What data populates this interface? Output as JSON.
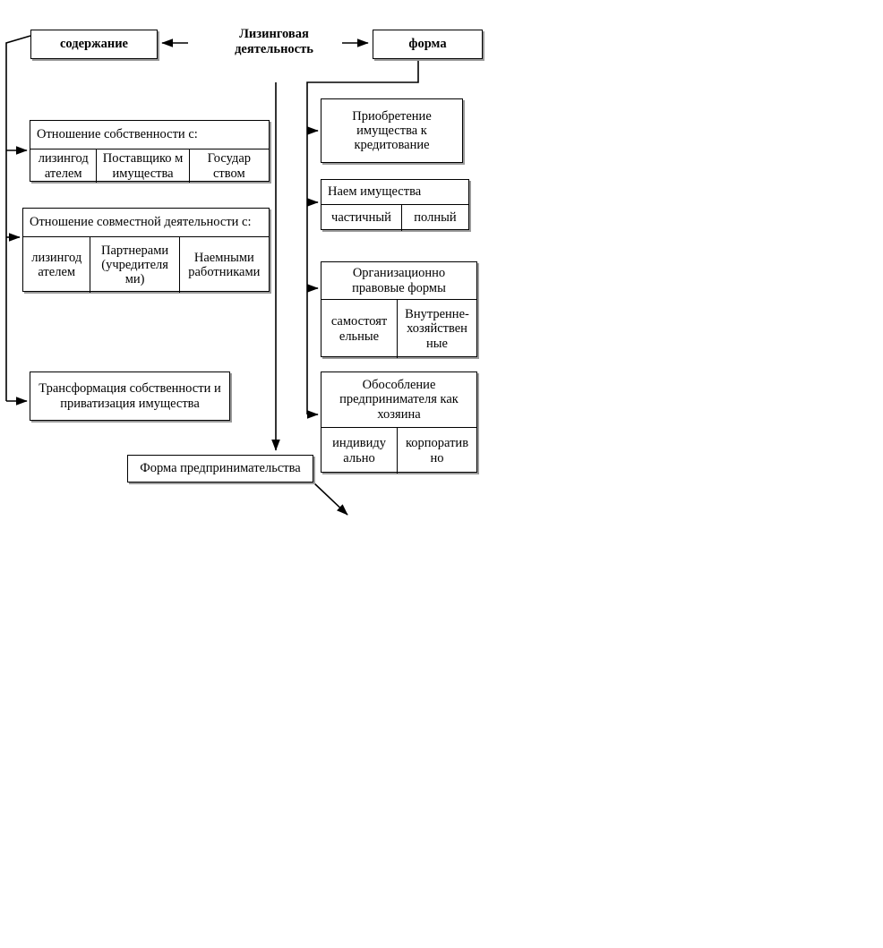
{
  "diagram": {
    "center_label": "Лизинговая\nдеятельность",
    "center_label_line1": "Лизинговая",
    "center_label_line2": "деятельность",
    "left_root": "содержание",
    "right_root": "форма",
    "bottom_node": "Форма предпринимательства",
    "left_branches": [
      {
        "title": "Отношение собственности с:",
        "cells": [
          "лизингод ателем",
          "Поставщико м имущества",
          "Государ ством"
        ]
      },
      {
        "title": "Отношение совместной деятельности с:",
        "cells": [
          "лизингод ателем",
          "Партнерами (учредителя ми)",
          "Наемными работниками"
        ]
      },
      {
        "title": "Трансформация собственности и приватизация имущества",
        "cells": []
      }
    ],
    "right_branches": [
      {
        "title": "Приобретение имущества к кредитование",
        "cells": []
      },
      {
        "title": "Наем имущества",
        "cells": [
          "частичный",
          "полный"
        ]
      },
      {
        "title": "Организационно правовые формы",
        "cells": [
          "самостоят ельные",
          "Внутренне-хозяйствен ные"
        ]
      },
      {
        "title": "Обособление предпринимателя как хозяина",
        "cells": [
          "индивиду ально",
          "корпоратив но"
        ]
      }
    ],
    "colors": {
      "line": "#000000",
      "box_border": "#000000",
      "box_shadow": "#9a9a9a",
      "background": "#ffffff",
      "text": "#000000"
    }
  }
}
